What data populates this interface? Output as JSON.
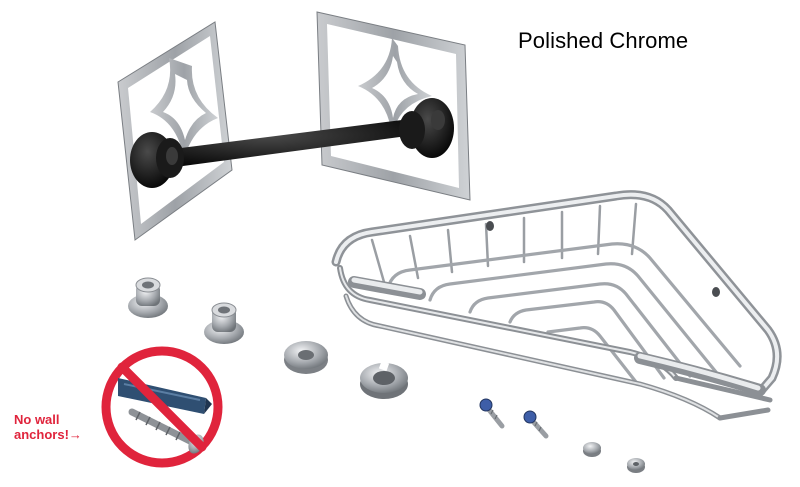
{
  "product": {
    "finish_label": "Polished Chrome",
    "warning_line_1": "No wall",
    "warning_line_2": "anchors!→"
  },
  "icons": {
    "prohibition": "no-symbol-icon"
  },
  "colors": {
    "chrome": "#b9bcc0",
    "bar": "#111111",
    "warning": "#e0243c",
    "background": "#ffffff"
  }
}
